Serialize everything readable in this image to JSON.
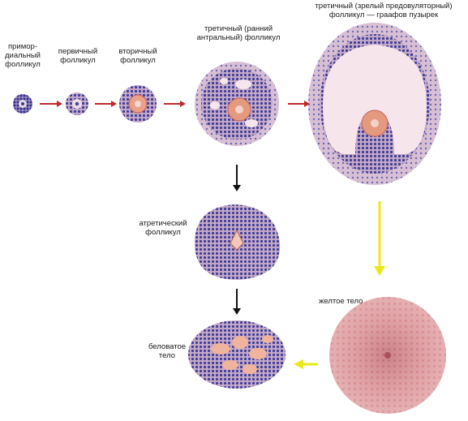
{
  "stages": {
    "primordial": "примор-\nдиальный\nфолликул",
    "primary": "первичный\nфолликул",
    "secondary": "вторичный\nфолликул",
    "tertiary": "третичный (ранний\nантральный) фолликул",
    "graafian": "третичный (зрелый предовуляторный)\nфолликул — граафов пузырек",
    "atretic": "атретический\nфолликул",
    "corpus_luteum": "желтое тело",
    "corpus_albicans": "беловатое\nтело"
  },
  "colors": {
    "arrow_main": "#c0282d",
    "arrow_down": "#111111",
    "arrow_yellow": "#e8e81a",
    "granulosa": "#4a4aa0",
    "stroma": "#d9b7c6",
    "antrum": "#f6e6ec",
    "oocyte": "#e39a7e",
    "luteum": "#d98d94"
  }
}
